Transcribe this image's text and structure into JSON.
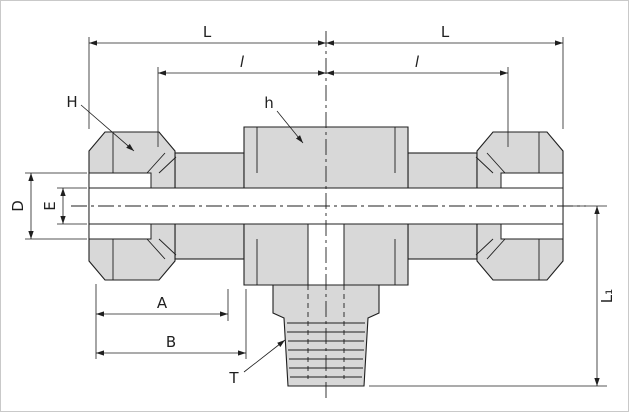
{
  "drawing": {
    "background": "#ffffff",
    "part_fill": "#d8d8d8",
    "bore_fill": "#ffffff",
    "line_color": "#1f1f1f",
    "label_color": "#1f1f1f",
    "labels": {
      "dim_L_left": "L",
      "dim_L_right": "L",
      "dim_l_left": "l",
      "dim_l_right": "l",
      "point_H": "H",
      "point_h": "h",
      "dim_D": "D",
      "dim_E": "E",
      "dim_A": "A",
      "dim_B": "B",
      "point_T": "T",
      "dim_L1": "L₁"
    }
  }
}
